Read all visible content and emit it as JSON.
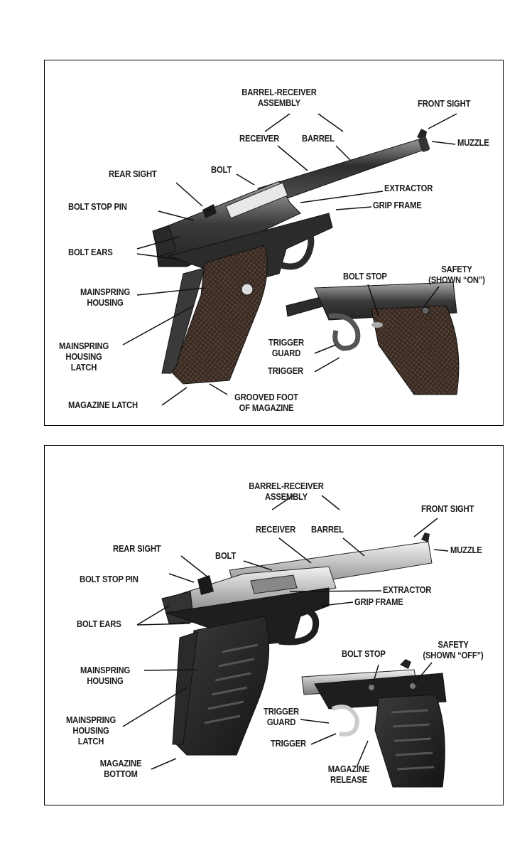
{
  "panel1": {
    "labels": {
      "barrel_receiver_assembly": [
        "BARREL-RECEIVER",
        "ASSEMBLY"
      ],
      "front_sight": "FRONT SIGHT",
      "receiver": "RECEIVER",
      "barrel": "BARREL",
      "muzzle": "MUZZLE",
      "rear_sight": "REAR SIGHT",
      "bolt": "BOLT",
      "extractor": "EXTRACTOR",
      "bolt_stop_pin": "BOLT STOP PIN",
      "grip_frame": "GRIP FRAME",
      "bolt_ears": "BOLT EARS",
      "mainspring_housing": [
        "MAINSPRING",
        "HOUSING"
      ],
      "bolt_stop": "BOLT STOP",
      "safety": [
        "SAFETY",
        "(SHOWN “ON”)"
      ],
      "mainspring_housing_latch": [
        "MAINSPRING",
        "HOUSING",
        "LATCH"
      ],
      "trigger_guard": [
        "TRIGGER",
        "GUARD"
      ],
      "trigger": "TRIGGER",
      "magazine_latch": "MAGAZINE LATCH",
      "grooved_foot": [
        "GROOVED FOOT",
        "OF MAGAZINE"
      ]
    }
  },
  "panel2": {
    "labels": {
      "barrel_receiver_assembly": [
        "BARREL-RECEIVER",
        "ASSEMBLY"
      ],
      "front_sight": "FRONT SIGHT",
      "receiver": "RECEIVER",
      "barrel": "BARREL",
      "muzzle": "MUZZLE",
      "rear_sight": "REAR SIGHT",
      "bolt": "BOLT",
      "bolt_stop_pin": "BOLT STOP PIN",
      "extractor": "EXTRACTOR",
      "grip_frame": "GRIP FRAME",
      "bolt_ears": "BOLT EARS",
      "bolt_stop": "BOLT STOP",
      "safety": [
        "SAFETY",
        "(SHOWN “OFF”)"
      ],
      "mainspring_housing": [
        "MAINSPRING",
        "HOUSING"
      ],
      "mainspring_housing_latch": [
        "MAINSPRING",
        "HOUSING",
        "LATCH"
      ],
      "trigger_guard": [
        "TRIGGER",
        "GUARD"
      ],
      "trigger": "TRIGGER",
      "magazine_bottom": [
        "MAGAZINE",
        "BOTTOM"
      ],
      "magazine_release": [
        "MAGAZINE",
        "RELEASE"
      ]
    }
  },
  "colors": {
    "metal_dark": "#3a3a3a",
    "metal_light": "#b8b8b8",
    "grip": "#4a3a30",
    "line": "#111111"
  }
}
